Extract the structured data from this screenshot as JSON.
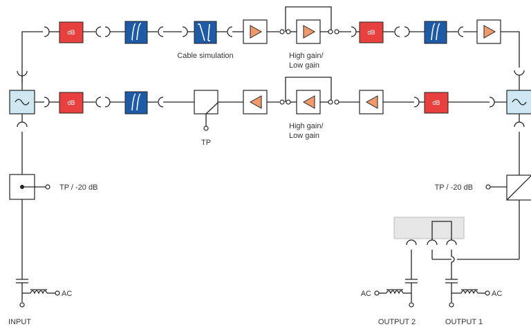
{
  "labels": {
    "cable_simulation": "Cable simulation",
    "gain_top_1": "High gain/",
    "gain_top_2": "Low gain",
    "gain_bottom_1": "High gain/",
    "gain_bottom_2": "Low gain",
    "tp_return": "TP",
    "tp_left": "TP / -20 dB",
    "tp_right": "TP / -20 dB",
    "ac_input": "AC",
    "ac_output2": "AC",
    "ac_output1": "AC",
    "input": "INPUT",
    "output2": "OUTPUT 2",
    "output1": "OUTPUT 1"
  },
  "attenuator_text": "dB",
  "colors": {
    "attenuator": "#e8403f",
    "filter": "#1f5aa6",
    "diplexer": "#cfe7f1",
    "amplifier": "#f09a6b",
    "splitter_panel": "#e6e6e6"
  }
}
